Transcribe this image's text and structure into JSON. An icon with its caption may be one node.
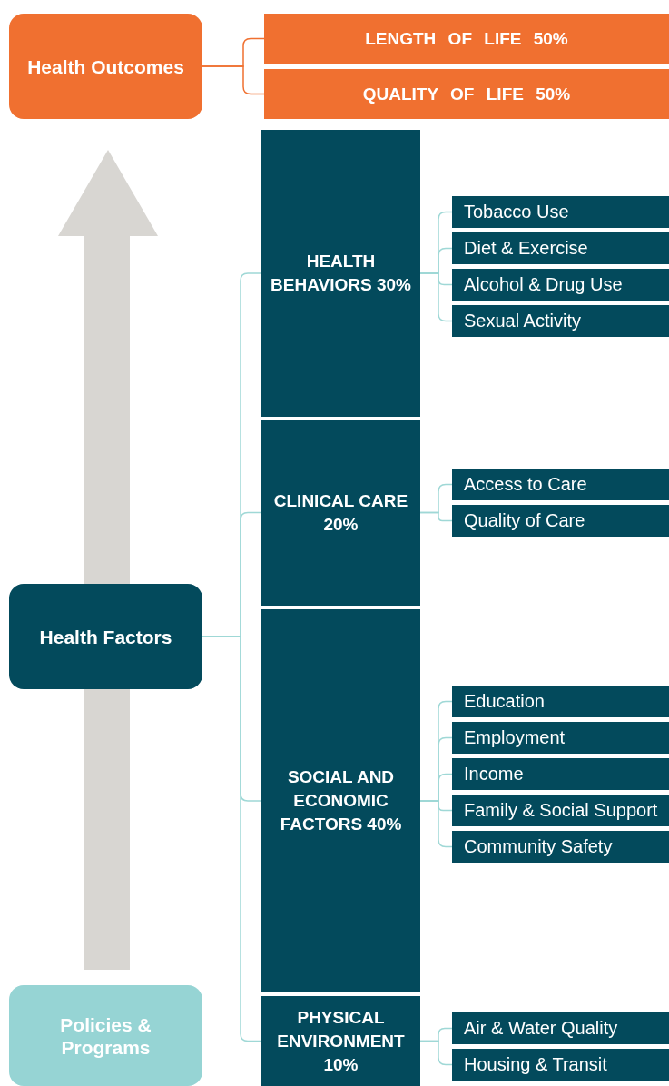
{
  "diagram": {
    "nodes": [
      {
        "text": [
          "Health Outcomes"
        ]
      },
      {
        "text": [
          "LENGTH OF LIFE 50%"
        ]
      },
      {
        "text": [
          "QUALITY OF LIFE 50%"
        ]
      },
      {
        "text": [
          "Health Factors"
        ]
      },
      {
        "text": [
          "HEALTH BEHAVIORS 30%"
        ]
      },
      {
        "text": [
          "CLINICAL CARE 20%"
        ]
      },
      {
        "text": [
          "SOCIAL AND ECONOMIC FACTORS 40%"
        ]
      },
      {
        "text": [
          "PHYSICAL ENVIRONMENT 10%"
        ]
      },
      {
        "text": [
          "Tobacco Use"
        ]
      },
      {
        "text": [
          "Diet & Exercise"
        ]
      },
      {
        "text": [
          "Alcohol & Drug Use"
        ]
      },
      {
        "text": [
          "Sexual Activity"
        ]
      },
      {
        "text": [
          "Access to Care"
        ]
      },
      {
        "text": [
          "Quality of Care"
        ]
      },
      {
        "text": [
          "Education"
        ]
      },
      {
        "text": [
          "Employment"
        ]
      },
      {
        "text": [
          "Income"
        ]
      },
      {
        "text": [
          "Family & Social Support"
        ]
      },
      {
        "text": [
          "Community Safety"
        ]
      },
      {
        "text": [
          "Air & Water Quality"
        ]
      },
      {
        "text": [
          "Housing & Transit"
        ]
      },
      {
        "text": [
          "Policies & Programs"
        ]
      }
    ],
    "edges": [
      {
        "from": 0,
        "to": 1,
        "arrow": "none",
        "color": "#f07030"
      },
      {
        "from": 0,
        "to": 2,
        "arrow": "none",
        "color": "#f07030"
      },
      {
        "from": 3,
        "to": 4,
        "arrow": "none"
      },
      {
        "from": 3,
        "to": 5,
        "arrow": "none"
      },
      {
        "from": 3,
        "to": 6,
        "arrow": "none"
      },
      {
        "from": 3,
        "to": 7,
        "arrow": "none"
      },
      {
        "from": 4,
        "to": 8,
        "arrow": "none"
      },
      {
        "from": 4,
        "to": 9,
        "arrow": "none"
      },
      {
        "from": 4,
        "to": 10,
        "arrow": "none"
      },
      {
        "from": 4,
        "to": 11,
        "arrow": "none"
      },
      {
        "from": 5,
        "to": 12,
        "arrow": "none"
      },
      {
        "from": 5,
        "to": 13,
        "arrow": "none"
      },
      {
        "from": 6,
        "to": 14,
        "arrow": "none"
      },
      {
        "from": 6,
        "to": 15,
        "arrow": "none"
      },
      {
        "from": 6,
        "to": 16,
        "arrow": "none"
      },
      {
        "from": 6,
        "to": 17,
        "arrow": "none"
      },
      {
        "from": 6,
        "to": 18,
        "arrow": "none"
      },
      {
        "from": 7,
        "to": 19,
        "arrow": "none"
      },
      {
        "from": 7,
        "to": 20,
        "arrow": "none"
      }
    ]
  }
}
